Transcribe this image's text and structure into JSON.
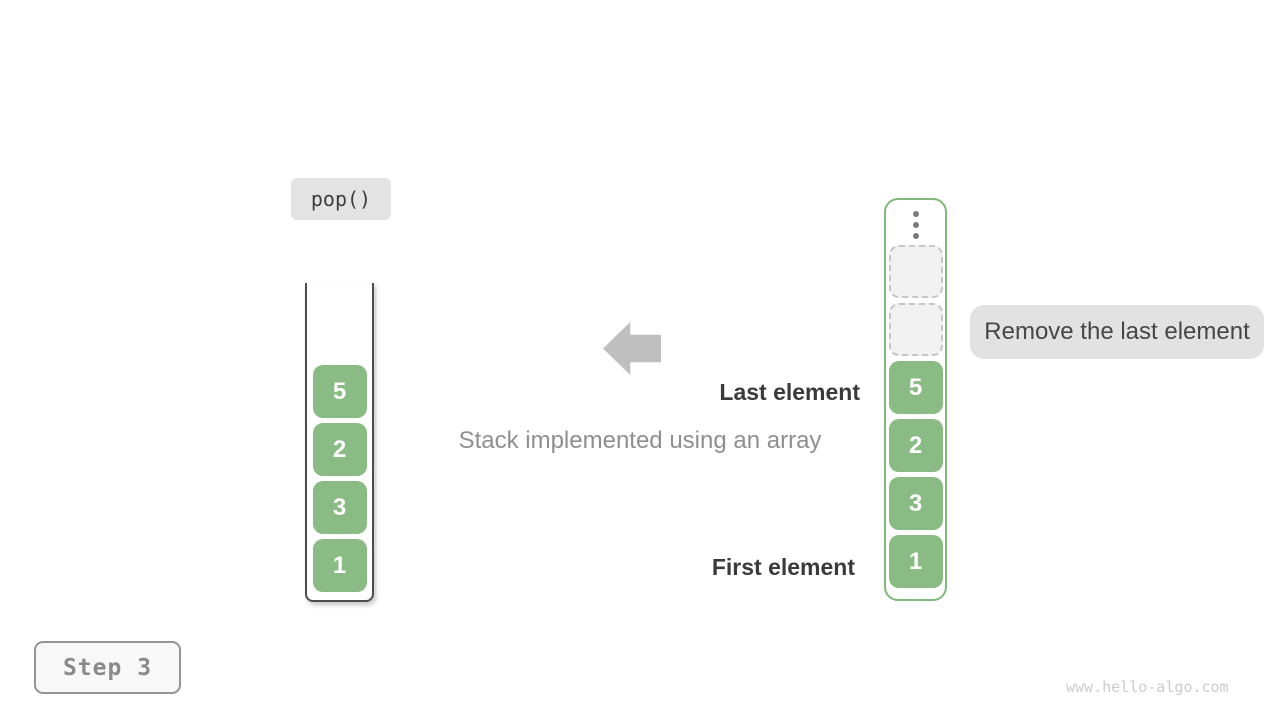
{
  "diagram": {
    "operation": "pop()",
    "step": "Step 3",
    "caption": "Stack implemented using an array",
    "annotation": "Remove the last element",
    "labels": {
      "last": "Last element",
      "first": "First element"
    },
    "watermark": "www.hello-algo.com",
    "stack_view": {
      "values": [
        "5",
        "2",
        "3",
        "1"
      ]
    },
    "array_stack": {
      "values": [
        "5",
        "2",
        "3",
        "1"
      ],
      "empty_slots": 2
    },
    "colors": {
      "cell_green": "#8abb84",
      "array_border_green": "#80b97b",
      "pill_gray_bg": "#e3e3e3",
      "arrow_gray": "#bfbfbf",
      "caption_gray": "#8f8f8f",
      "dark_text": "#3a3a3a",
      "step_text_gray": "#8a8a8a",
      "watermark_gray": "#cccccc"
    }
  }
}
